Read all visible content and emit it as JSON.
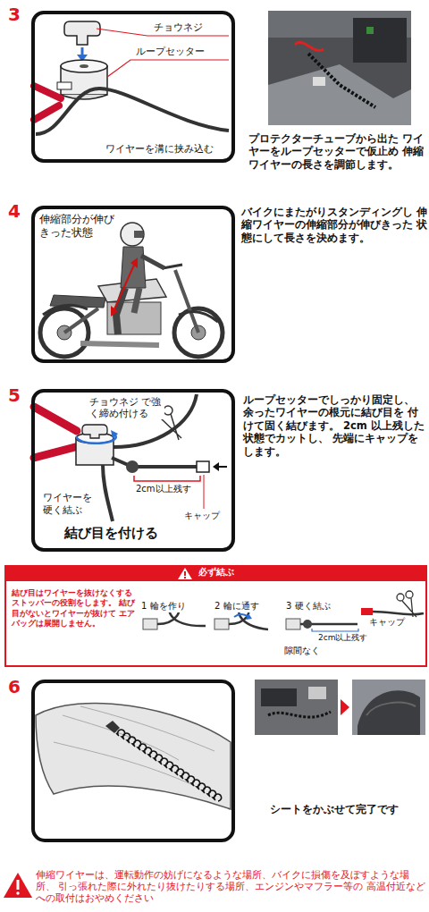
{
  "diagram": {
    "nodes": [
      {
        "text": [
          "チョウネジ",
          "ループセッター",
          "ワイヤーを溝に挟み込む"
        ]
      },
      {
        "text": [
          "伸縮部分が伸びきった状態"
        ]
      },
      {
        "text": [
          "チョウネジ で強く締め付ける",
          "2cm以上残す",
          "キャップ",
          "ワイヤーを硬く結ぶ",
          "結び目を付ける"
        ]
      },
      {
        "text": [
          "結び目はワイヤーを抜けなくする ストッパーの役割をします。 結び目がないとワイヤーが抜けて エアバッグは展開しません。",
          "1 輪を作り",
          "2 輪に通す",
          "3 硬く結ぶ",
          "キャップ",
          "隙間なく",
          "2cm以上残す"
        ]
      },
      {
        "text": [
          "必ず結ぶ"
        ],
        "in": 3
      }
    ],
    "labels": [
      "3",
      "プロテクターチューブから出た ワイヤーをループセッターで仮止め 伸縮ワイヤーの長さを調節します。",
      "4",
      "バイクにまたがりスタンディングし 伸縮ワイヤーの伸縮部分が伸びきった 状態にして長さを決めます。",
      "5",
      "ループセッターでしっかり固定し、 余ったワイヤーの根元に結び目を 付けて固く結びます。 2cm 以上残した状態でカットし、 先端にキャップをします。",
      "6",
      "シートをかぶせて完了です",
      "伸縮ワイヤーは、運転動作の妨げになるような場所、バイクに損傷を及ぼすような場所、 引っ張れた際に外れたり抜けたりする場所、エンジンやマフラー等の 高温付近などへの取付はおやめください"
    ]
  }
}
